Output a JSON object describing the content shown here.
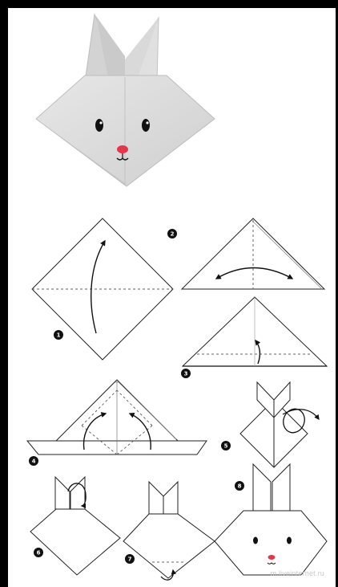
{
  "steps": [
    "1",
    "2",
    "3",
    "4",
    "5",
    "6",
    "7",
    "8"
  ],
  "watermark": "m.liveinternet.ru",
  "colors": {
    "paper": "#dcdcdc",
    "paper_shade": "#c9c9c9",
    "line": "#1a1a1a",
    "nose": "#e8334a",
    "background": "#000000"
  },
  "icons": [
    "fold-arrow",
    "curl-arrow",
    "badge-number"
  ]
}
